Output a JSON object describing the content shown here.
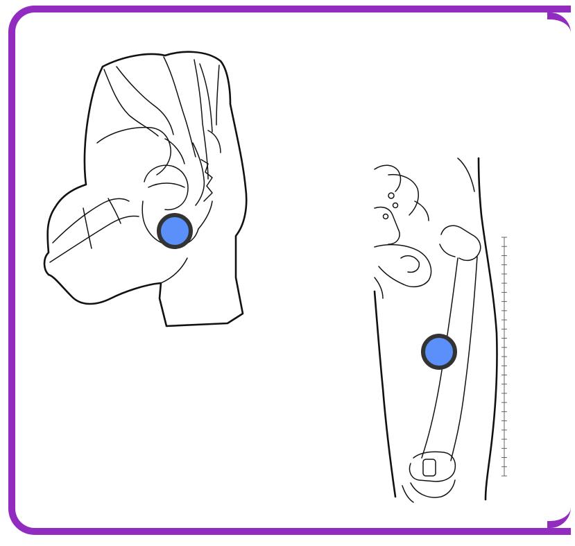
{
  "diagram": {
    "frame_color": "#922bbf",
    "marker_fill": "#5b8ff9",
    "marker_stroke": "#333333",
    "figures": [
      {
        "name": "pelvis-hip-posterior",
        "icon": "pelvis-illustration"
      },
      {
        "name": "thigh-anterior",
        "icon": "femur-illustration"
      }
    ],
    "markers": [
      {
        "name": "hip-point-marker"
      },
      {
        "name": "thigh-point-marker"
      }
    ]
  }
}
